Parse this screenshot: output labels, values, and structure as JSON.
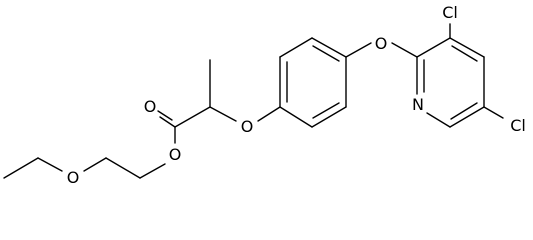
{
  "structure": {
    "atoms": {
      "o_ring_ether": "O",
      "cl_upper": "Cl",
      "cl_lower": "Cl",
      "n_pyridine": "N",
      "o_carbonyl": "O",
      "o_phenoxy": "O",
      "o_ester": "O",
      "o_ethoxy": "O"
    }
  },
  "colors": {
    "bond": "#000000",
    "label": "#000000",
    "background": "#ffffff"
  }
}
